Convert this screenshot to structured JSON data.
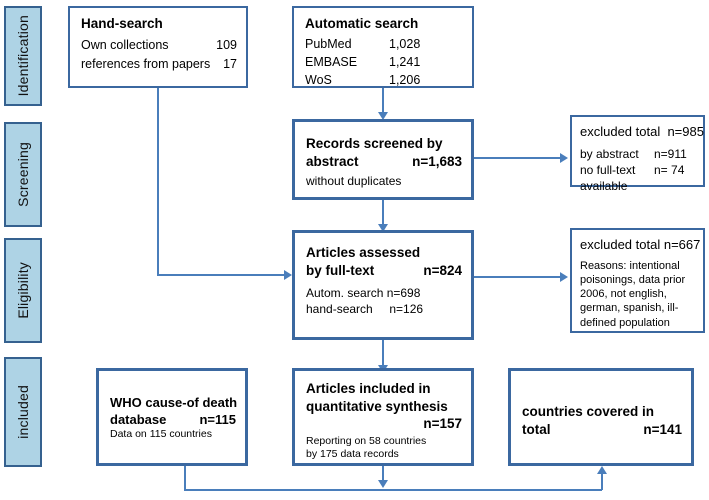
{
  "figure": {
    "type": "prisma-flow-diagram",
    "colors": {
      "box_border": "#3b68a0",
      "phase_fill": "#aed3e5",
      "phase_border": "#35618f",
      "connector": "#4a7ebb",
      "text": "#000000",
      "background": "#ffffff"
    }
  },
  "phases": [
    {
      "label": "Identification"
    },
    {
      "label": "Screening"
    },
    {
      "label": "Eligibility"
    },
    {
      "label": "included"
    }
  ],
  "boxes": {
    "hand_search": {
      "title": "Hand-search",
      "rows": [
        {
          "label": "Own collections",
          "value": "109"
        },
        {
          "label": "references from papers",
          "value": "17"
        }
      ]
    },
    "automatic_search": {
      "title": "Automatic search",
      "rows": [
        {
          "label": "PubMed",
          "value": "1,028"
        },
        {
          "label": "EMBASE",
          "value": "1,241"
        },
        {
          "label": "WoS",
          "value": "1,206"
        }
      ]
    },
    "records_screened": {
      "title_line1": "Records screened by",
      "title_line2": "abstract",
      "count": "n=1,683",
      "sub": "without duplicates"
    },
    "excluded_abstract": {
      "title": "excluded total  n=985",
      "rows": [
        {
          "label": "by abstract",
          "value": "n=911"
        },
        {
          "label": "no full-text",
          "value": "n= 74"
        },
        {
          "label": "available",
          "value": ""
        }
      ]
    },
    "articles_assessed": {
      "title_line1": "Articles assessed",
      "title_line2": "by full-text",
      "count": "n=824",
      "rows": [
        {
          "label": "Autom. search n=698"
        },
        {
          "label": "hand-search     n=126"
        }
      ]
    },
    "excluded_fulltext": {
      "title": "excluded total n=667",
      "reasons": "Reasons: intentional poisonings, data prior 2006, not english, german, spanish, ill-defined population"
    },
    "who_database": {
      "title_line1": "WHO cause-of death",
      "title_line2": "database",
      "count": "n=115",
      "sub": "Data on 115 countries"
    },
    "articles_included": {
      "title_line1": "Articles included in",
      "title_line2": "quantitative synthesis",
      "count": "n=157",
      "sub_line1": "Reporting on 58 countries",
      "sub_line2": "by 175 data records"
    },
    "countries_total": {
      "title_line1": "countries covered in",
      "title_line2": "total",
      "count": "n=141"
    }
  }
}
